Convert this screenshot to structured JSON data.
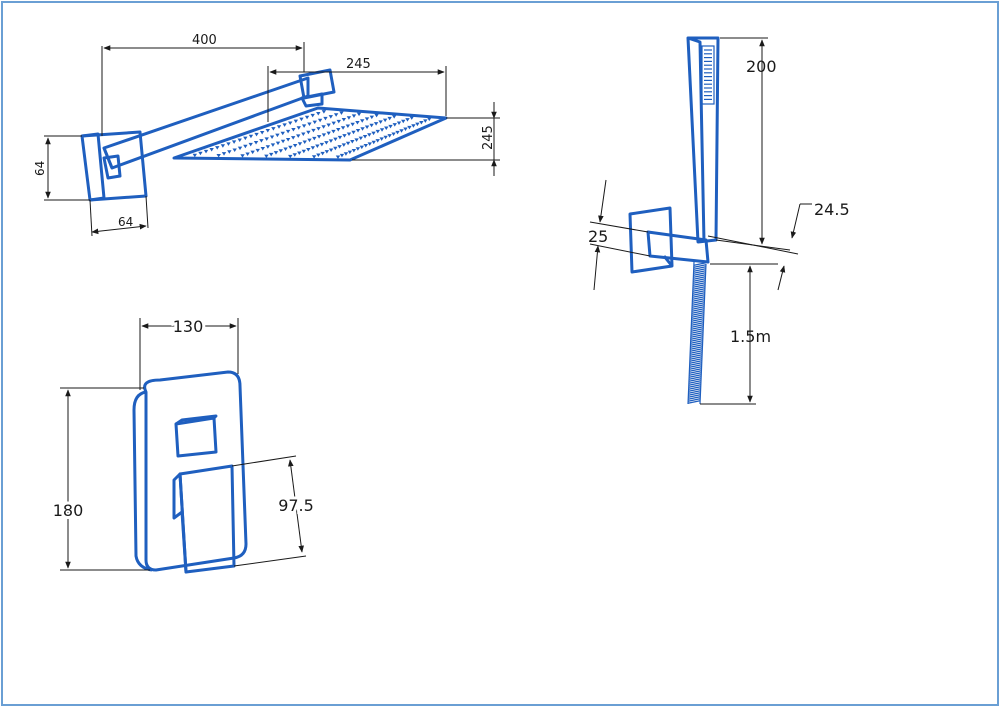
{
  "colors": {
    "outline": "#1f5fbf",
    "line": "#1a1a1a",
    "border": "#6a9fd4",
    "background": "#ffffff"
  },
  "shower_head": {
    "arm_length": "400",
    "head_width": "245",
    "head_depth": "245",
    "flange_height": "64",
    "flange_width": "64"
  },
  "hand_shower": {
    "handset_length": "200",
    "holder_offset": "24.5",
    "bracket_size": "25",
    "hose_length": "1.5m"
  },
  "mixer_plate": {
    "plate_width": "130",
    "plate_height": "180",
    "lever_height": "97.5"
  }
}
